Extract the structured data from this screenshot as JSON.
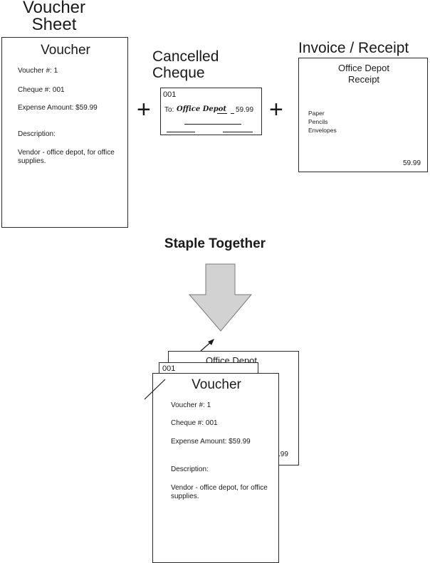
{
  "voucher_sheet": {
    "heading_line1": "Voucher",
    "heading_line2": "Sheet",
    "title": "Voucher",
    "voucher_no": "Voucher #: 1",
    "cheque_no": "Cheque #: 001",
    "expense": "Expense Amount: $59.99",
    "description_label": "Description:",
    "description": "Vendor - office depot, for office supplies."
  },
  "plus_symbol": "+",
  "cheque": {
    "heading_line1": "Cancelled",
    "heading_line2": "Cheque",
    "number": "001",
    "to_label": "To:",
    "payee": "Office Depot",
    "amount": "59.99"
  },
  "receipt": {
    "heading": "Invoice / Receipt",
    "vendor": "Office Depot",
    "type": "Receipt",
    "items": [
      "Paper",
      "Pencils",
      "Envelopes"
    ],
    "total": "59.99"
  },
  "staple": {
    "label": "Staple Together"
  },
  "stack": {
    "receipt_peek": "Office Depot",
    "cheque_peek": "001",
    "amount_peek": ".99",
    "voucher": {
      "title": "Voucher",
      "voucher_no": "Voucher #: 1",
      "cheque_no": "Cheque #: 001",
      "expense": "Expense Amount: $59.99",
      "description_label": "Description:",
      "description": "Vendor - office depot, for office supplies."
    }
  }
}
